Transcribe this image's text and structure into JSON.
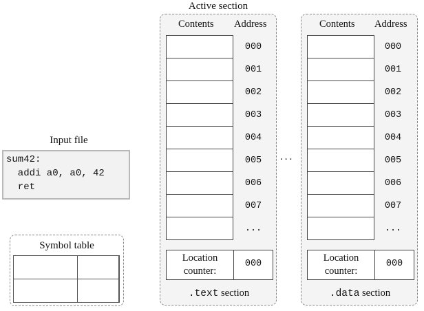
{
  "title": "Active section",
  "input_file": {
    "label": "Input file",
    "lines": [
      "sum42:",
      "  addi a0, a0, 42",
      "  ret"
    ]
  },
  "symbol_table": {
    "label": "Symbol table"
  },
  "columns": {
    "contents": "Contents",
    "address": "Address"
  },
  "addresses": [
    "000",
    "001",
    "002",
    "003",
    "004",
    "005",
    "006",
    "007",
    "..."
  ],
  "location_counter": {
    "label_line1": "Location",
    "label_line2": "counter:"
  },
  "sections": [
    {
      "name_code": ".text",
      "name_suffix": " section",
      "counter_value": "000"
    },
    {
      "name_code": ".data",
      "name_suffix": " section",
      "counter_value": "000"
    }
  ],
  "between_sections": "..."
}
